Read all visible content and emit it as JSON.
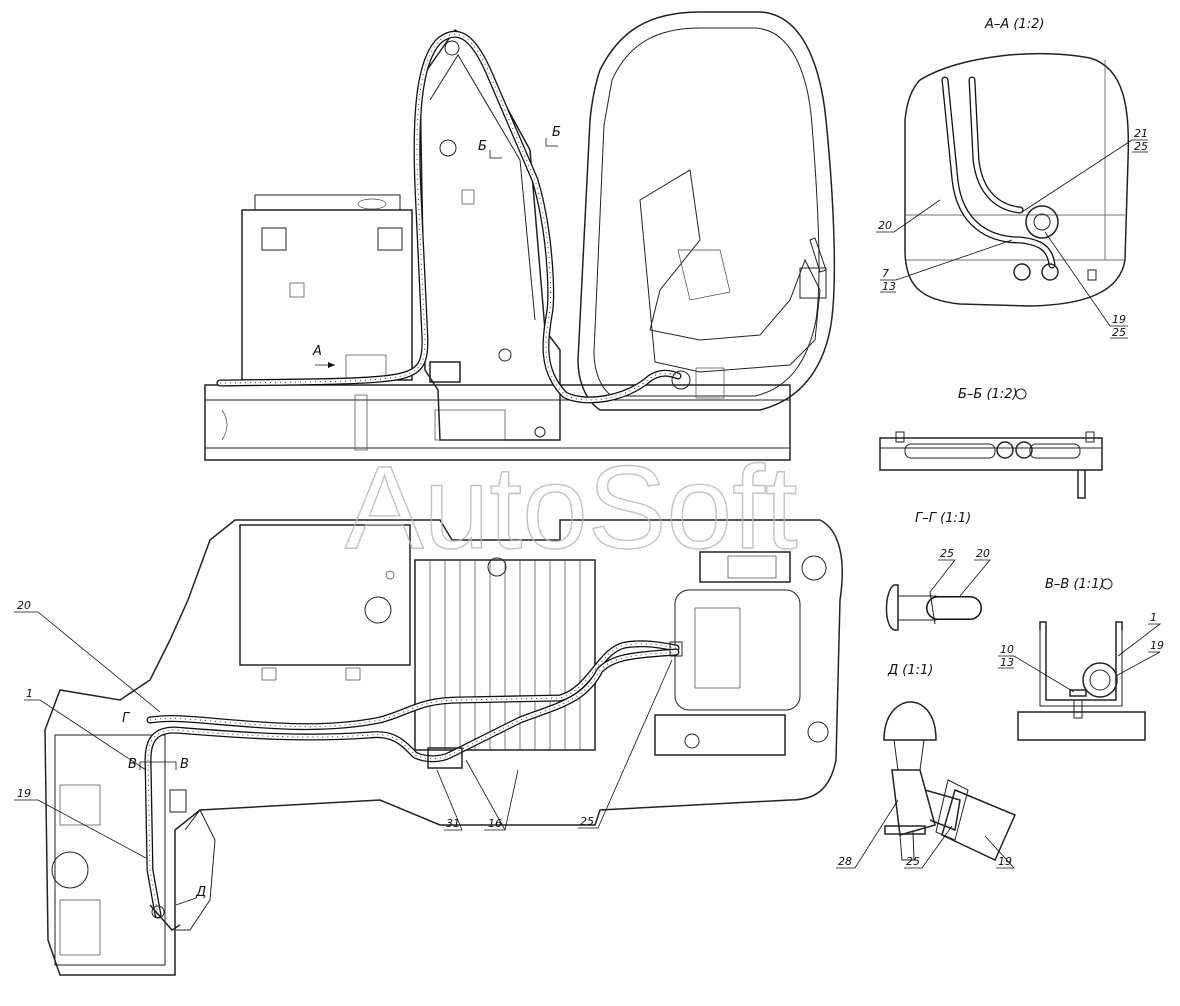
{
  "watermark": "AutoSoft",
  "sections": {
    "a_a": "А–А (1:2)",
    "b_b": "Б–Б (1:2)",
    "g_g": "Г–Г (1:1)",
    "v_v": "В–В (1:1)",
    "d": "Д (1:1)"
  },
  "view_markers": {
    "a": "А",
    "b_left": "Б",
    "b_right": "Б",
    "v_left": "В",
    "v_right": "В",
    "g": "Г",
    "d": "Д"
  },
  "callouts": {
    "main_20": "20",
    "main_1": "1",
    "main_19": "19",
    "main_31": "31",
    "main_16": "16",
    "main_25": "25",
    "aa_21": "21",
    "aa_25_top": "25",
    "aa_20": "20",
    "aa_7": "7",
    "aa_13": "13",
    "aa_19": "19",
    "aa_25_bottom": "25",
    "gg_25": "25",
    "gg_20": "20",
    "vv_1": "1",
    "vv_10": "10",
    "vv_13": "13",
    "vv_19": "19",
    "d_28": "28",
    "d_25": "25",
    "d_19": "19"
  }
}
